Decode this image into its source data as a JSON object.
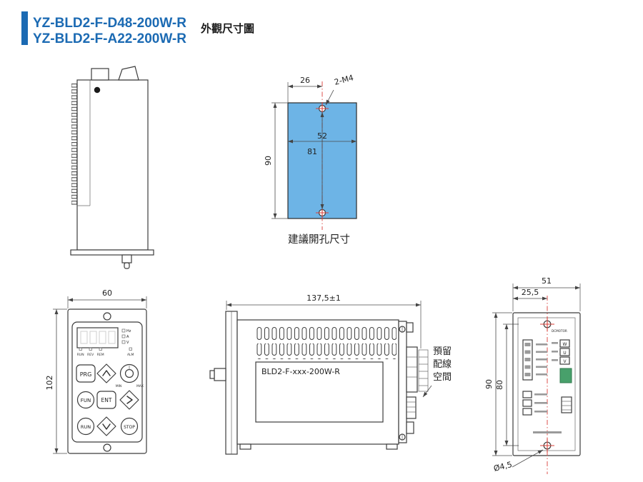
{
  "header": {
    "model_line1": "YZ-BLD2-F-D48-200W-R",
    "model_line2": "YZ-BLD2-F-A22-200W-R",
    "subtitle": "外觀尺寸圖"
  },
  "cutout_view": {
    "caption": "建議開孔尺寸",
    "dims": {
      "edge_to_hole": "26",
      "screw_spec": "2-M4",
      "width": "52",
      "hole_pitch": "81",
      "height": "90"
    }
  },
  "front_view": {
    "dims": {
      "width": "60",
      "height": "102"
    },
    "display_units": [
      "Hz",
      "A",
      "V"
    ],
    "led_labels": [
      "RUN",
      "REV",
      "REM",
      "ALM"
    ],
    "knob": {
      "min": "MIN",
      "max": "MAX"
    },
    "buttons": {
      "prg": "PRG",
      "fun": "FUN",
      "ent": "ENT",
      "run": "RUN",
      "stop": "STOP"
    }
  },
  "side_view": {
    "dims": {
      "depth": "137,5±1"
    },
    "body_label": "BLD2-F-xxx-200W-R",
    "wiring_note": [
      "預留",
      "配線",
      "空間"
    ]
  },
  "rear_view": {
    "dims": {
      "width": "51",
      "half_width": "25,5",
      "height": "90",
      "hole_pitch": "80",
      "hole_dia": "Ø4,5"
    },
    "motor_header": "DCMOTOR",
    "terminals": [
      "W",
      "U",
      "V"
    ]
  },
  "colors": {
    "accent_blue": "#1b6ab3",
    "cutout_fill": "#6db4e6",
    "centerline_red": "#d9403a",
    "terminal_green": "#48a06b"
  }
}
